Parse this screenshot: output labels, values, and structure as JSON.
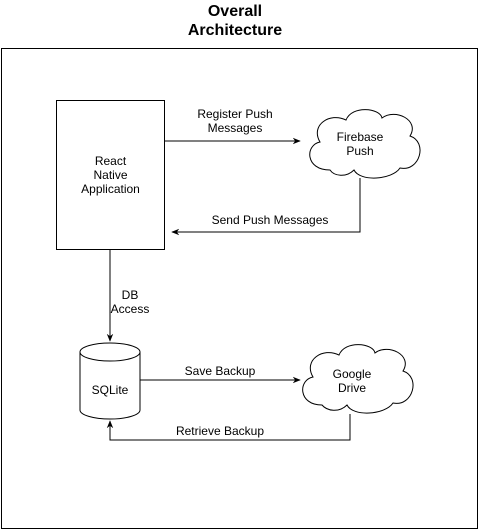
{
  "title_line1": "Overall",
  "title_line2": "Architecture",
  "nodes": {
    "react_app": [
      "React",
      "Native",
      "Application"
    ],
    "firebase": [
      "Firebase",
      "Push"
    ],
    "sqlite": "SQLite",
    "google_drive": [
      "Google",
      "Drive"
    ]
  },
  "edges": {
    "register_push": [
      "Register Push",
      "Messages"
    ],
    "send_push": "Send Push Messages",
    "db_access": [
      "DB",
      "Access"
    ],
    "save_backup": "Save Backup",
    "retrieve_backup": "Retrieve Backup"
  }
}
